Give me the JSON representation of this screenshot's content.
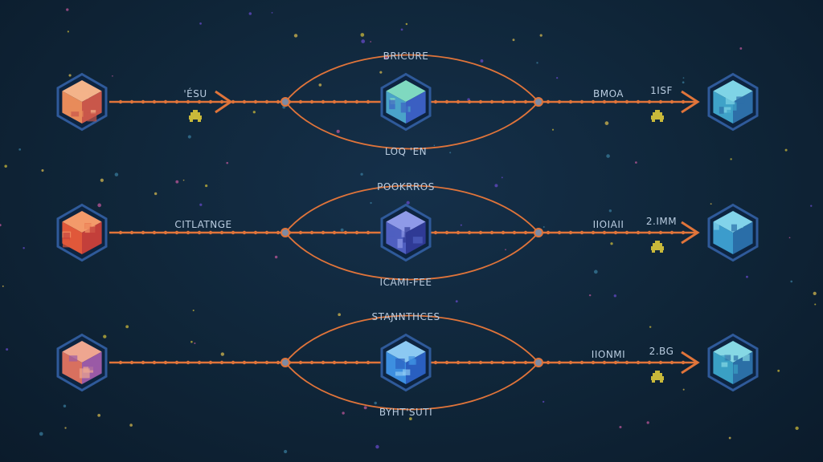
{
  "colors": {
    "line": "#e0743a",
    "node": "#7d8aa3",
    "label": "#b9cce0",
    "icon": "#c9b93a"
  },
  "rows": [
    {
      "top_label": "BRICURE",
      "bottom_label": "LOQ 'EN",
      "left_label": "'ÉSU",
      "right_label": "BMOA",
      "right_value": "1ISF",
      "left_cube": [
        "#e88b5a",
        "#f3b38a",
        "#c9574a"
      ],
      "center_cube": [
        "#4aa3c9",
        "#7fd9c0",
        "#3b5fc2"
      ],
      "right_cube": [
        "#3fa2c8",
        "#7fd4e6",
        "#2d6fa8"
      ]
    },
    {
      "top_label": "POOKRROS",
      "bottom_label": "ICAMI-FEE",
      "left_label": "CITLATNGE",
      "right_label": "IIOIAII",
      "right_value": "2.IMM",
      "left_cube": [
        "#e0583a",
        "#f39a6a",
        "#c33f3a"
      ],
      "center_cube": [
        "#4f5fc0",
        "#8f9ae8",
        "#2f3a95"
      ],
      "right_cube": [
        "#3c9ccc",
        "#82d3ea",
        "#2a6ea8"
      ]
    },
    {
      "top_label": "STAƝNTHCES",
      "bottom_label": "BYHT'SUTI",
      "left_label": "",
      "right_label": "IIONMI",
      "right_value": "2.BG",
      "left_cube": [
        "#d8705f",
        "#eea690",
        "#9a5aa6"
      ],
      "center_cube": [
        "#3d8fe0",
        "#8cc9f2",
        "#2a5fc0"
      ],
      "right_cube": [
        "#3aa0c4",
        "#86d8e4",
        "#2b6fa6"
      ]
    }
  ]
}
